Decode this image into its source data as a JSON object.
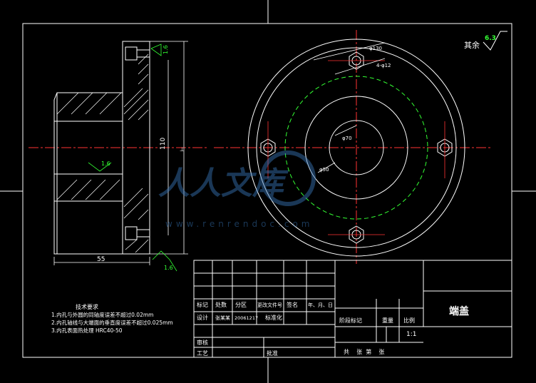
{
  "roughness_note": {
    "label": "其余",
    "value": "6.3"
  },
  "side_view": {
    "roughness_top": "1.6",
    "roughness_left": "1.6",
    "roughness_bottom": "1.6",
    "dim_height": "110",
    "dim_length": "55"
  },
  "front_view": {
    "dim_bolt_circle": "φ130",
    "dim_hole": "4-φ12",
    "dim_bore": "φ70",
    "dim_mid": "φ50"
  },
  "tech_requirements": {
    "title": "技术要求",
    "items": [
      "1.内孔与外圆的同轴度误差不超过0.02mm",
      "2.内孔轴线与大端面的垂直度误差不超过0.025mm",
      "3.内孔表面热处理 HRC40-50"
    ]
  },
  "title_block": {
    "part_name": "端盖",
    "scale": "1:1",
    "header_row": [
      "标记",
      "处数",
      "分区",
      "更改文件号",
      "签名",
      "年、月、日"
    ],
    "designer_row": [
      "设计",
      "张某某",
      "20061217",
      "标准化"
    ],
    "stage_row": [
      "阶段标记",
      "重量",
      "比例"
    ],
    "review": "审核",
    "process": "工艺",
    "approve": "批准",
    "sheets": "共    张  第    张"
  },
  "watermark": {
    "text": "人人文库",
    "url": "www.renrendoc.com"
  }
}
